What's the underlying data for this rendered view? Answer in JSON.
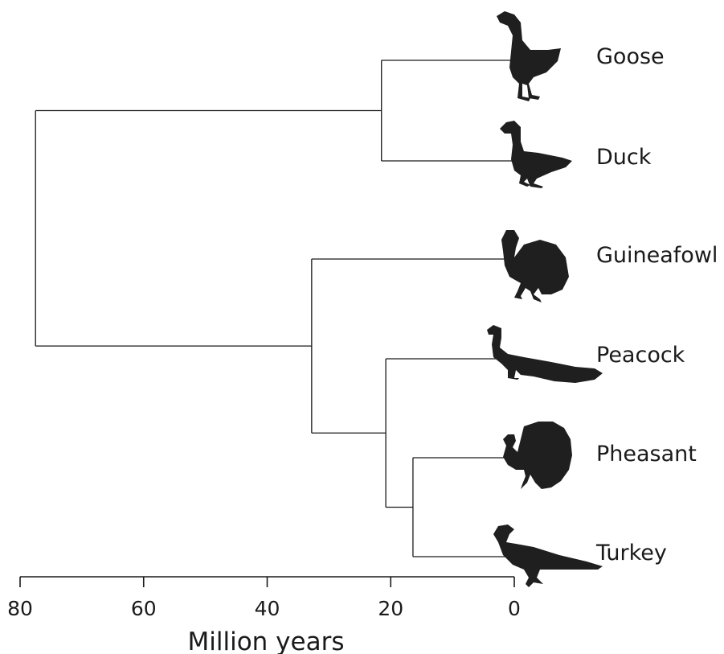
{
  "figure": {
    "taxa": [
      {
        "key": "goose",
        "label": "Goose",
        "icon": "goose-silhouette-icon"
      },
      {
        "key": "duck",
        "label": "Duck",
        "icon": "duck-silhouette-icon"
      },
      {
        "key": "guineafowl",
        "label": "Guineafowl",
        "icon": "guineafowl-silhouette-icon"
      },
      {
        "key": "peacock",
        "label": "Peacock",
        "icon": "peacock-silhouette-icon"
      },
      {
        "key": "pheasant",
        "label": "Pheasant",
        "icon": "pheasant-silhouette-icon"
      },
      {
        "key": "turkey",
        "label": "Turkey",
        "icon": "turkey-silhouette-icon"
      }
    ],
    "tree": {
      "age": 77.5,
      "children": [
        {
          "age": 21.5,
          "children": [
            {
              "tip": "goose"
            },
            {
              "tip": "duck"
            }
          ]
        },
        {
          "age": 32.8,
          "children": [
            {
              "tip": "guineafowl"
            },
            {
              "age": 20.8,
              "children": [
                {
                  "tip": "peacock"
                },
                {
                  "age": 16.4,
                  "children": [
                    {
                      "tip": "pheasant"
                    },
                    {
                      "tip": "turkey"
                    }
                  ]
                }
              ]
            }
          ]
        }
      ]
    },
    "axis": {
      "title": "Million years",
      "range": [
        80,
        0
      ],
      "ticks": [
        "80",
        "60",
        "40",
        "20",
        "0"
      ]
    },
    "colors": {
      "line": "#1a1a1a",
      "silhouette": "#1f1f1f"
    }
  }
}
